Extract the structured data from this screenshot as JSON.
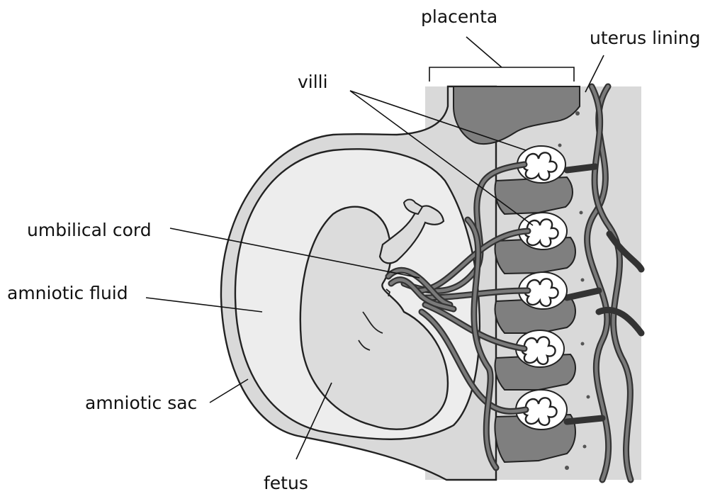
{
  "labels": {
    "placenta": "placenta",
    "uterus_lining": "uterus lining",
    "villi": "villi",
    "umbilical_cord": "umbilical cord",
    "amniotic_fluid": "amniotic fluid",
    "amniotic_sac": "amniotic sac",
    "fetus": "fetus"
  },
  "colors": {
    "uterus_wall": "#d9d9d9",
    "placenta_tissue": "#7f7f7f",
    "amniotic_fluid": "#e6e6e6",
    "fetus": "#dcdcdc",
    "outline": "#222222",
    "blood_vessel": "#6e6e6e"
  }
}
